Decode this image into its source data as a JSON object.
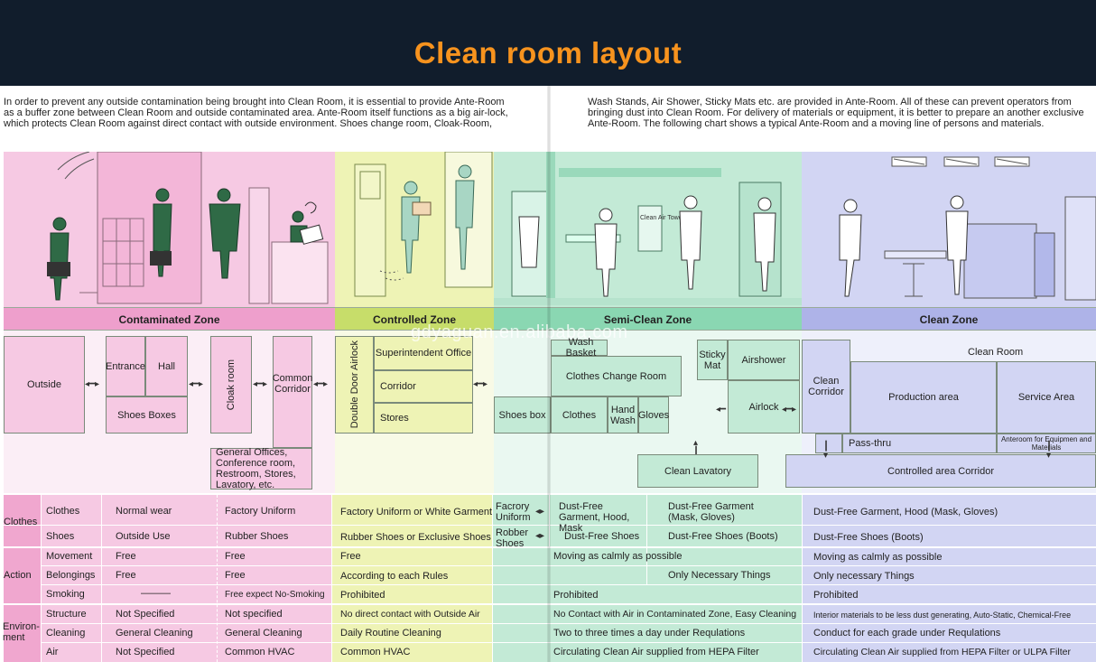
{
  "title": "Clean room layout",
  "intro": {
    "left": [
      "In order to prevent any outside contamination being brought into Clean Room, it is essential to provide Ante-Room",
      "as a buffer zone between Clean Room and outside contaminated area. Ante-Room itself functions as a big air-lock,",
      "which protects Clean Room against direct contact with outside environment. Shoes change room, Cloak-Room,"
    ],
    "right": [
      "Wash Stands, Air Shower, Sticky Mats etc. are provided in Ante-Room. All of these can prevent operators from",
      "bringing dust into Clean Room. For delivery of materials or equipment, it is better to prepare an another exclusive",
      "Ante-Room. The following chart shows a typical Ante-Room and a moving line of persons and materials."
    ]
  },
  "zones": {
    "contaminated": "Contaminated Zone",
    "controlled": "Controlled Zone",
    "semi_clean": "Semi-Clean Zone",
    "clean": "Clean Zone"
  },
  "illustration": {
    "clean_air_tower": "Clean Air Tower"
  },
  "watermark": "gdyaguan.en.alibaba.com",
  "flow": {
    "outside": "Outside",
    "entrance": "Entrance",
    "hall": "Hall",
    "shoes_boxes": "Shoes Boxes",
    "cloak_room": "Cloak room",
    "common_corridor": "Common Corridor",
    "general_offices": "General Offices, Conference room, Restroom, Stores, Lavatory, etc.",
    "double_door_airlock": "Double Door Airlock",
    "superintendent_office": "Superintendent Office",
    "corridor": "Corridor",
    "stores": "Stores",
    "shoes_box": "Shoes box",
    "wash_basket": "Wash Basket",
    "clothes_change_room": "Clothes Change Room",
    "clothes": "Clothes",
    "hand_wash": "Hand Wash",
    "gloves": "Gloves",
    "sticky_mat": "Sticky Mat",
    "airshower": "Airshower",
    "airlock": "Airlock",
    "clean_lavatory": "Clean Lavatory",
    "clean_corridor": "Clean Corridor",
    "clean_room": "Clean Room",
    "production_area": "Production area",
    "service_area": "Service Area",
    "pass_thru": "Pass-thru",
    "anteroom_equipment": "Anteroom for Equipmen and Materials",
    "controlled_area_corridor": "Controlled area Corridor"
  },
  "table": {
    "groups": {
      "clothes": "Clothes",
      "action": "Action",
      "environment": "Environ- ment"
    },
    "rows": {
      "clothes": {
        "label": "Clothes",
        "c1": "Normal wear",
        "c2": "Factory Uniform",
        "c3": "Factory Uniform or White Garment",
        "c4a": "Facrory Uniform",
        "c4b": "Dust-Free Garment, Hood, Mask",
        "c4c": "Dust-Free Garment (Mask, Gloves)",
        "c5": "Dust-Free Garment, Hood (Mask, Gloves)"
      },
      "shoes": {
        "label": "Shoes",
        "c1": "Outside Use",
        "c2": "Rubber Shoes",
        "c3": "Rubber Shoes or Exclusive Shoes",
        "c4a": "Robber Shoes",
        "c4b": "Dust-Free Shoes",
        "c4c": "Dust-Free Shoes (Boots)",
        "c5": "Dust-Free Shoes (Boots)"
      },
      "movement": {
        "label": "Movement",
        "c1": "Free",
        "c2": "Free",
        "c3": "Free",
        "c4": "Moving as  calmly as possible",
        "c5": "Moving as calmly as possible"
      },
      "belongings": {
        "label": "Belongings",
        "c1": "Free",
        "c2": "Free",
        "c3": "According to each Rules",
        "c4": "Only Necessary Things",
        "c5": "Only necessary Things"
      },
      "smoking": {
        "label": "Smoking",
        "c1": "———",
        "c2": "Free expect No-Smoking",
        "c3": "Prohibited",
        "c4": "Prohibited",
        "c5": "Prohibited"
      },
      "structure": {
        "label": "Structure",
        "c1": "Not Specified",
        "c2": "Not specified",
        "c3": "No direct contact with Outside Air",
        "c4": "No Contact with Air in Contaminated Zone, Easy Cleaning",
        "c5": "Interior materials to be less dust generating, Auto-Static, Chemical-Free"
      },
      "cleaning": {
        "label": "Cleaning",
        "c1": "General Cleaning",
        "c2": "General Cleaning",
        "c3": "Daily Routine Cleaning",
        "c4": "Two to three times a day under Requlations",
        "c5": "Conduct for each grade under Requlations"
      },
      "air": {
        "label": "Air",
        "c1": "Not Specified",
        "c2": "Common HVAC",
        "c3": "Common HVAC",
        "c4": "Circulating Clean Air supplied from HEPA Filter",
        "c5": "Circulating Clean Air supplied from HEPA Filter or ULPA Filter"
      }
    }
  }
}
